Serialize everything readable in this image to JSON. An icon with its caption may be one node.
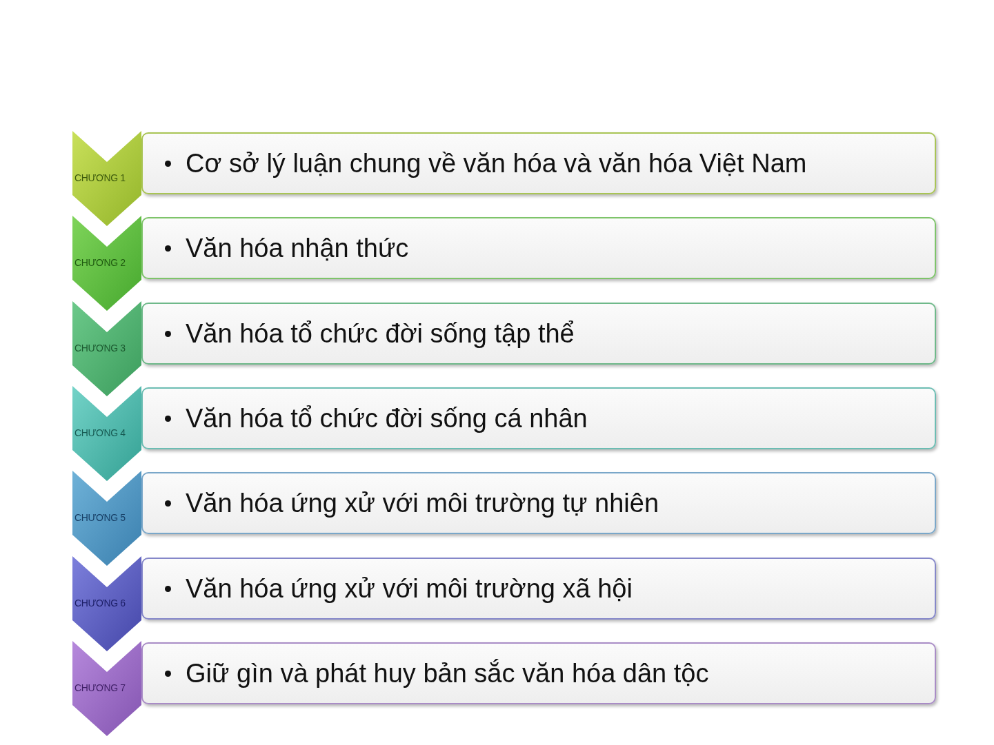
{
  "diagram": {
    "nodes": [
      {
        "text": [
          "CHƯƠNG 1"
        ]
      },
      {
        "text": [
          "Cơ sở lý luận chung về văn hóa và văn hóa Việt Nam"
        ]
      },
      {
        "text": [
          "CHƯƠNG 2"
        ]
      },
      {
        "text": [
          "Văn hóa nhận thức"
        ]
      },
      {
        "text": [
          "CHƯƠNG 3"
        ]
      },
      {
        "text": [
          "Văn hóa tổ chức đời sống tập thể"
        ]
      },
      {
        "text": [
          "CHƯƠNG 4"
        ]
      },
      {
        "text": [
          "Văn hóa tổ chức đời sống cá nhân"
        ]
      },
      {
        "text": [
          "CHƯƠNG 5"
        ]
      },
      {
        "text": [
          "Văn hóa ứng xử với môi trường tự nhiên"
        ]
      },
      {
        "text": [
          "CHƯƠNG 6"
        ]
      },
      {
        "text": [
          "Văn hóa ứng xử với môi trường xã hội"
        ]
      },
      {
        "text": [
          "CHƯƠNG 7"
        ]
      },
      {
        "text": [
          "Giữ gìn và phát huy bản sắc văn hóa dân tộc"
        ]
      }
    ]
  }
}
